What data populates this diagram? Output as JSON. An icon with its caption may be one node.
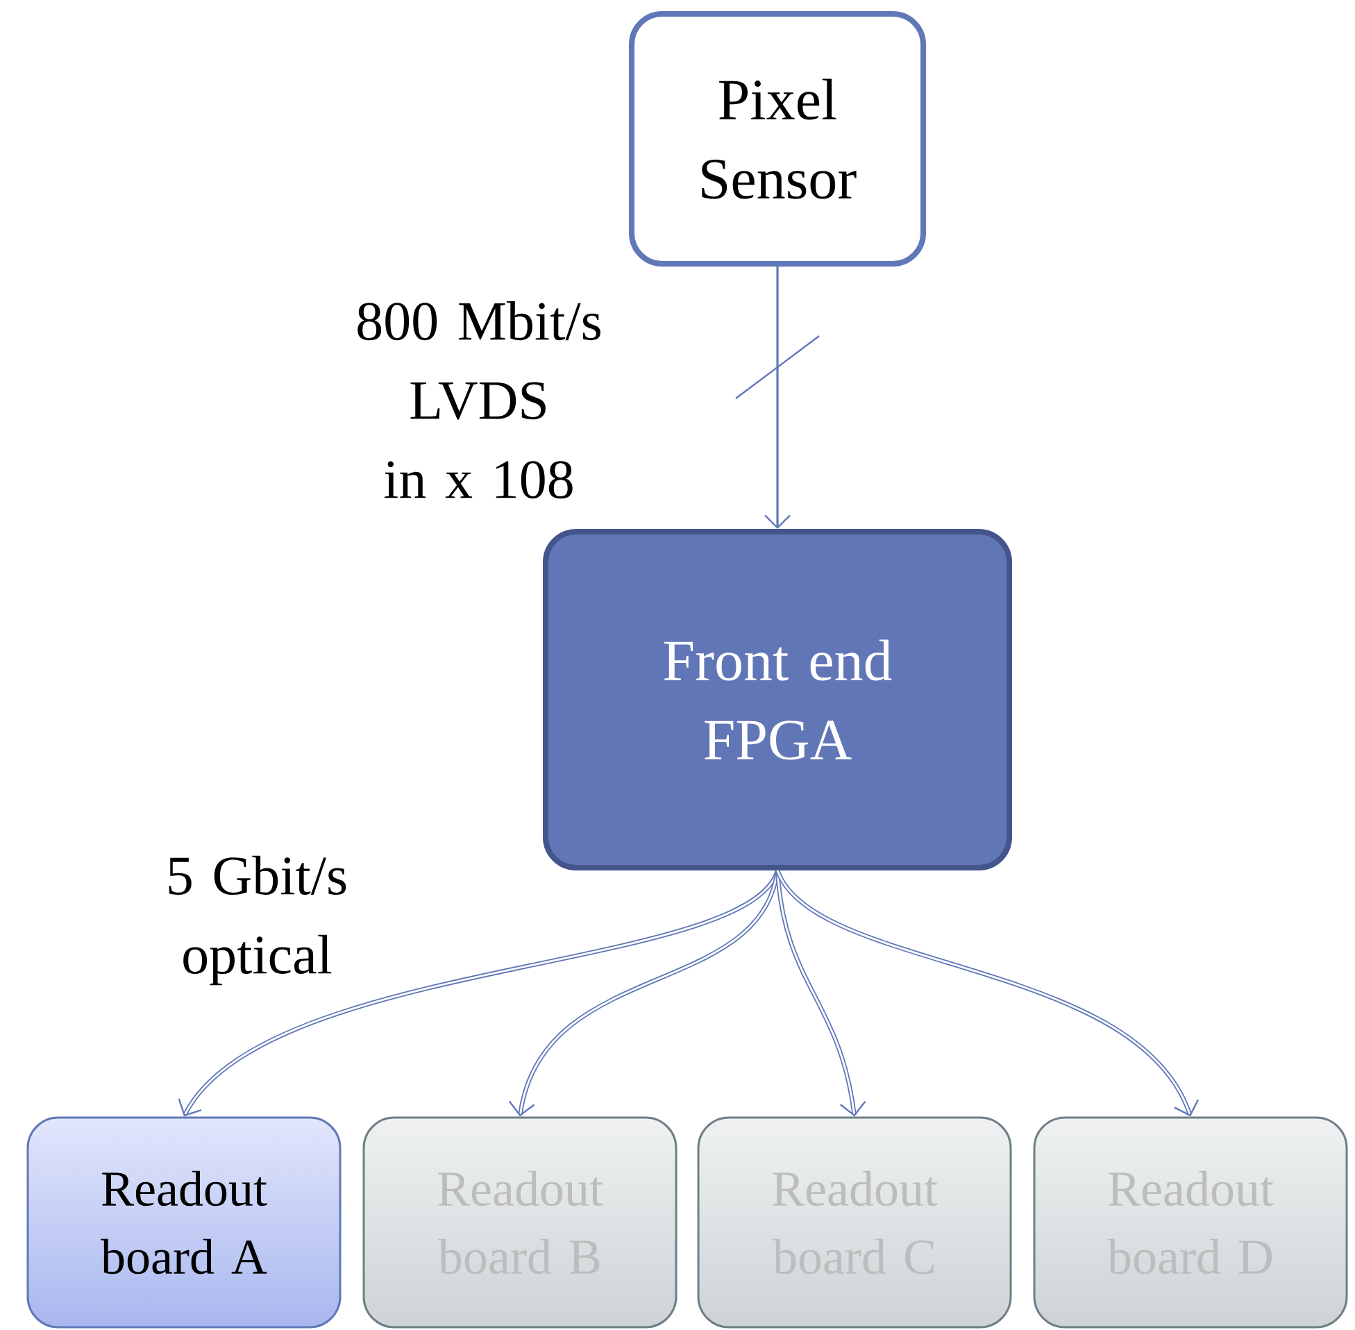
{
  "diagram": {
    "nodes": [
      {
        "text": [
          "Pixel Sensor"
        ]
      },
      {
        "text": [
          "Front end FPGA"
        ]
      },
      {
        "text": [
          "Readout board A"
        ]
      },
      {
        "text": [
          "Readout board B"
        ]
      },
      {
        "text": [
          "Readout board C"
        ]
      },
      {
        "text": [
          "Readout board D"
        ]
      }
    ],
    "edges": [
      {
        "from": 0,
        "to": 1,
        "arrow": "to",
        "label": "800 Mbit/s LVDS in x 108"
      },
      {
        "from": 1,
        "to": 2,
        "arrow": "to",
        "label": "5 Gbit/s optical"
      },
      {
        "from": 1,
        "to": 3,
        "arrow": "to"
      },
      {
        "from": 1,
        "to": 4,
        "arrow": "to"
      },
      {
        "from": 1,
        "to": 5,
        "arrow": "to"
      }
    ]
  }
}
